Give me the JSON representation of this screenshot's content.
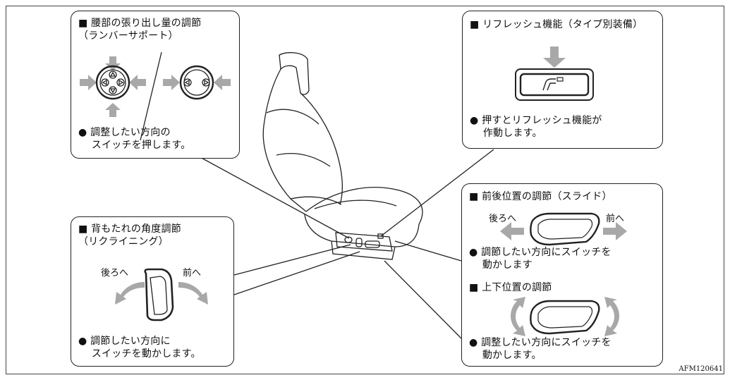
{
  "lumbar": {
    "title": "■ 腰部の張り出し量の調節\n（ランバーサポート）",
    "note": "● 調整したい方向の\n　 スイッチを押します。"
  },
  "refresh": {
    "title": "■ リフレッシュ機能（タイプ別装備）",
    "note": "● 押すとリフレッシュ機能が\n　 作動します。"
  },
  "recline": {
    "title": "■ 背もたれの角度調節\n（リクライニング）",
    "back_label": "後ろへ",
    "forward_label": "前へ",
    "note": "● 調節したい方向に\n　 スイッチを動かします。"
  },
  "slide": {
    "title": "■ 前後位置の調節（スライド）",
    "back_label": "後ろへ",
    "forward_label": "前へ",
    "note": "● 調節したい方向にスイッチを\n　 動かします"
  },
  "height": {
    "title": "■ 上下位置の調節",
    "note": "● 調整したい方向にスイッチを\n　 動かします。"
  },
  "figure_code": "AFM120641",
  "colors": {
    "arrow": "#a8a8a8",
    "line": "#222222"
  }
}
